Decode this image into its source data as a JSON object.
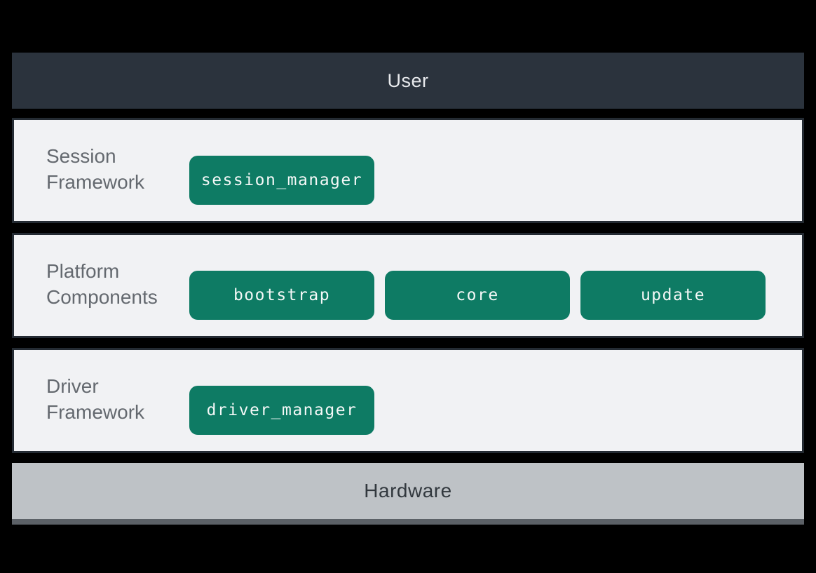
{
  "top_bar": {
    "label": "User"
  },
  "layers": [
    {
      "name": "session-framework",
      "label_lines": [
        "Session",
        "Framework"
      ],
      "components": [
        "session_manager"
      ]
    },
    {
      "name": "platform-components",
      "label_lines": [
        "Platform",
        "Components"
      ],
      "components": [
        "bootstrap",
        "core",
        "update"
      ]
    },
    {
      "name": "driver-framework",
      "label_lines": [
        "Driver",
        "Framework"
      ],
      "components": [
        "driver_manager"
      ]
    }
  ],
  "bottom_bar": {
    "label": "Hardware"
  },
  "colors": {
    "background": "#000000",
    "user_bar": "#2b333d",
    "user_text": "#e8eaed",
    "layer_fill": "#f1f2f4",
    "layer_border": "#242b33",
    "label_text": "#64696f",
    "component_fill": "#0e7b64",
    "component_text": "#f4f8f7",
    "hardware_fill": "#bec2c6",
    "hardware_edge": "#5c6167",
    "hardware_text": "#32383e"
  }
}
